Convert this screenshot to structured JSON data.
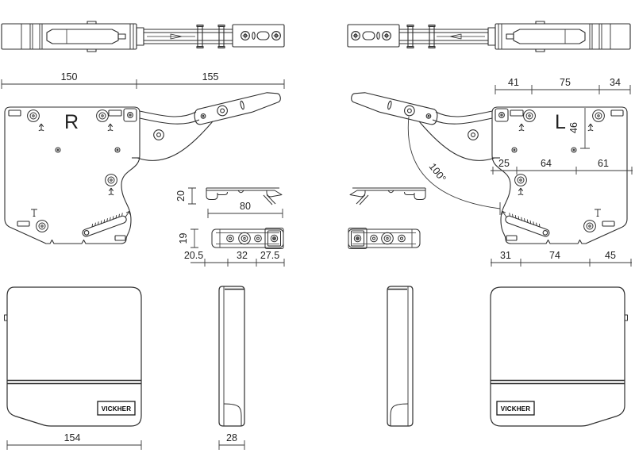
{
  "drawing": {
    "variant_labels": {
      "right": "R",
      "left": "L"
    },
    "angle_label": "100°",
    "logo_text": "VICKHER",
    "dims": {
      "arm_left_1": "150",
      "arm_left_2": "155",
      "arm_right_1": "41",
      "arm_right_2": "75",
      "arm_right_3": "34",
      "plate_vertical": "46",
      "plate_mid_1": "25",
      "plate_mid_2": "64",
      "plate_mid_3": "61",
      "bracket_side_height": "20",
      "bracket_width": "80",
      "bracket_front_height": "19",
      "bracket_bottom_1": "20.5",
      "bracket_bottom_2": "32",
      "bracket_bottom_3": "27.5",
      "plate_bottom_1": "31",
      "plate_bottom_2": "74",
      "plate_bottom_3": "45",
      "cover_width": "154",
      "cover_depth": "28"
    }
  }
}
